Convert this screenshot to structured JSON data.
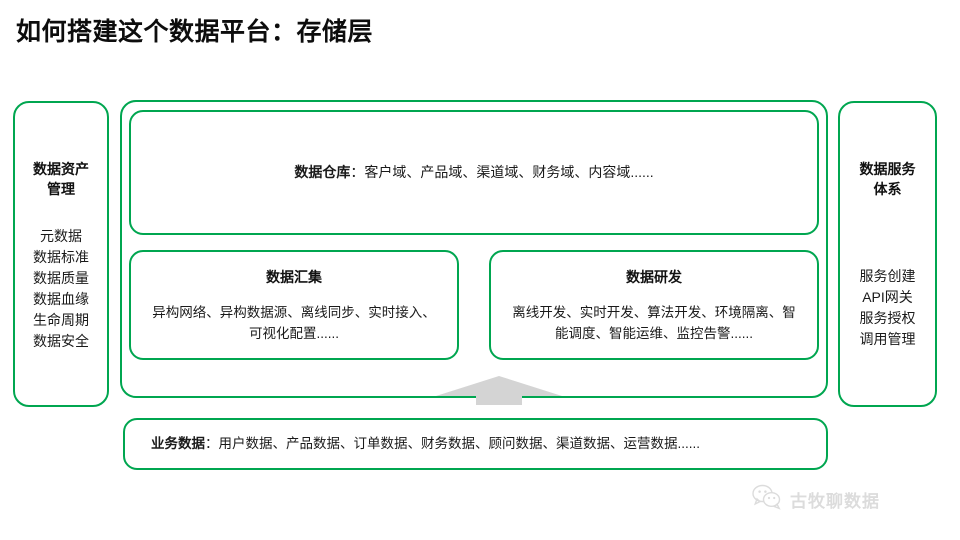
{
  "slide": {
    "title": "如何搭建这个数据平台：存储层"
  },
  "left_pillar": {
    "title": "数据资产\n管理",
    "title_lines": [
      "数据资产",
      "管理"
    ],
    "items": [
      "元数据",
      "数据标准",
      "数据质量",
      "数据血缘",
      "生命周期",
      "数据安全"
    ]
  },
  "right_pillar": {
    "title_lines": [
      "数据服务",
      "体系"
    ],
    "items": [
      "服务创建",
      "API网关",
      "服务授权",
      "调用管理"
    ]
  },
  "warehouse": {
    "label": "数据仓库",
    "separator": "：",
    "content": "客户域、产品域、渠道域、财务域、内容域......"
  },
  "collect": {
    "title": "数据汇集",
    "content": "异构网络、异构数据源、离线同步、实时接入、可视化配置......"
  },
  "develop": {
    "title": "数据研发",
    "content": "离线开发、实时开发、算法开发、环境隔离、智能调度、智能运维、监控告警......"
  },
  "source": {
    "label": "业务数据",
    "separator": "：",
    "content": "用户数据、产品数据、订单数据、财务数据、顾问数据、渠道数据、运营数据......"
  },
  "arrow": {
    "icon": "up-arrow-icon",
    "color": "#d4d4d4"
  },
  "watermark": {
    "icon": "wechat-icon",
    "text": "古牧聊数据"
  },
  "colors": {
    "accent_green": "#00a650",
    "background": "#ffffff",
    "text": "#111111",
    "arrow_gray": "#d4d4d4"
  }
}
